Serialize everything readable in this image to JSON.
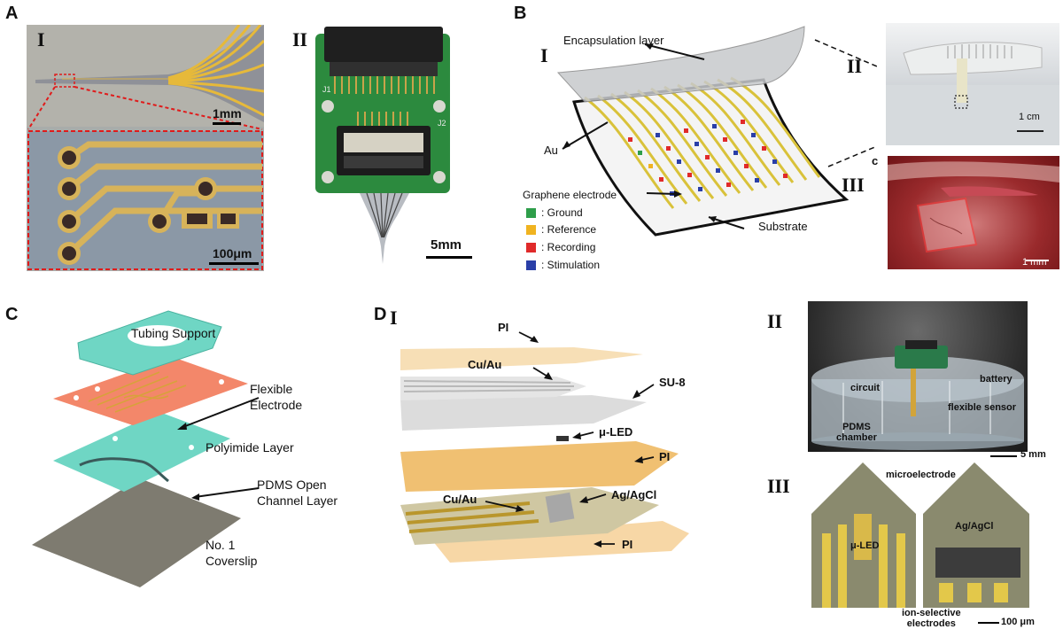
{
  "panels": {
    "A": {
      "label": "A",
      "sub1": "I",
      "sub2": "II",
      "scale1": "1mm",
      "scale2": "100μm",
      "scale3": "5mm",
      "pcb_labels": {
        "j1": "J1",
        "j2": "J2"
      }
    },
    "B": {
      "label": "B",
      "sub1": "I",
      "sub2": "II",
      "sub3": "III",
      "sub_c": "c",
      "encapsulation": "Encapsulation layer",
      "au": "Au",
      "substrate": "Substrate",
      "legend_title": "Graphene electrode",
      "legend": [
        {
          "label": ": Ground",
          "color": "#2e9e4a"
        },
        {
          "label": ": Reference",
          "color": "#f0b320"
        },
        {
          "label": ": Recording",
          "color": "#e02a2a"
        },
        {
          "label": ": Stimulation",
          "color": "#2a3fa8"
        }
      ],
      "scale_cm": "1 cm",
      "scale_mm": "1 mm"
    },
    "C": {
      "label": "C",
      "tubing": "Tubing Support",
      "flex_electrode": "Flexible\nElectrode",
      "polyimide": "Polyimide Layer",
      "pdms": "PDMS Open\nChannel Layer",
      "coverslip": "No. 1\nCoverslip"
    },
    "D": {
      "label": "D",
      "sub1": "I",
      "sub2": "II",
      "sub3": "III",
      "pi_top": "PI",
      "cuau_top": "Cu/Au",
      "su8": "SU-8",
      "uled": "μ-LED",
      "pi_mid": "PI",
      "cuau_bot": "Cu/Au",
      "agagcl": "Ag/AgCl",
      "pi_bot": "PI",
      "circuit": "circuit",
      "battery": "battery",
      "flex_sensor": "flexible sensor",
      "pdms_chamber": "PDMS\nchamber",
      "scale_5mm": "5 mm",
      "microelectrode": "microelectrode",
      "uled2": "μ-LED",
      "agagcl2": "Ag/AgCl",
      "ion_selective": "ion-selective\nelectrodes",
      "scale_100um": "100 μm"
    }
  }
}
